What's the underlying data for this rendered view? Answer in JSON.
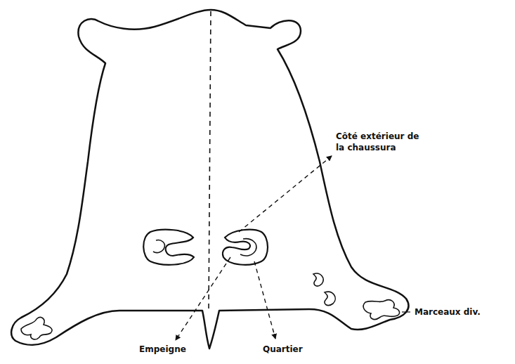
{
  "diagram": {
    "labels": [
      "Côté extérieur de la chaussura",
      "Marceaux div.",
      "Empeigne",
      "Quartier"
    ]
  }
}
